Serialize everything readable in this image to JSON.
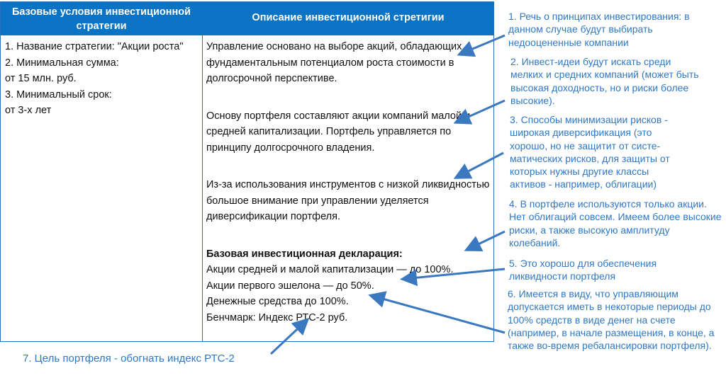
{
  "table": {
    "header": [
      "Базовые условия инвестиционной стратегии",
      "Описание инвестиционной стретигии"
    ],
    "conditions": [
      "1. Название стратегии: \"Акции роста\"",
      "2. Минимальная сумма:",
      "от 15 млн. руб.",
      "3. Минимальный срок:",
      "от 3-х лет"
    ],
    "paragraphs": [
      "Управление основано на выборе акций, обладающих фундаментальным потенциалом роста стоимости в долгосрочной перспективе.",
      "Основу портфеля составляют акции компаний малой и средней капитализации. Портфель управляется по принципу долгосрочного владения.",
      "Из-за использования инструментов с низкой ликвидностью большое внимание при управлении уделяется диверсификации портфеля."
    ],
    "declaration_title": "Базовая инвестиционная декларация:",
    "declaration": [
      "Акции средней и малой капитализации — до 100%.",
      "Акции первого эшелона — до 50%.",
      "Денежные средства до 100%.",
      "Бенчмарк: Индекс РТС-2 руб."
    ]
  },
  "notes": [
    "1. Речь о принципах инвестирования: в данном случае будут выбирать недооцененные компании",
    "2. Инвест-идеи будут искать среди мелких и средних компаний (может быть высокая доходность, но и риски более высокие).",
    "3. Способы минимизации рисков - широкая диверсификация (это хорошо, но не защитит от систе-матических рисков, для защиты от которых нужны другие классы активов - например, облигации)",
    "4. В портфеле используются только акции. Нет облигаций совсем. Имеем более высокие риски, а также высокую амплитуду колебаний.",
    "5. Это хорошо для обеспечения ликвидности портфеля",
    "6. Имеется в виду, что управляющим допускается иметь в некоторые периоды до 100% средств в виде денег на счете (например, в начале размещения, в конце, а также во-время ребалансировки портфеля).",
    "7. Цель портфеля - обогнать индекс РТС-2"
  ],
  "colors": {
    "header": "#0b73c4",
    "note": "#2f78c4",
    "arrow": "#3a78c0"
  }
}
